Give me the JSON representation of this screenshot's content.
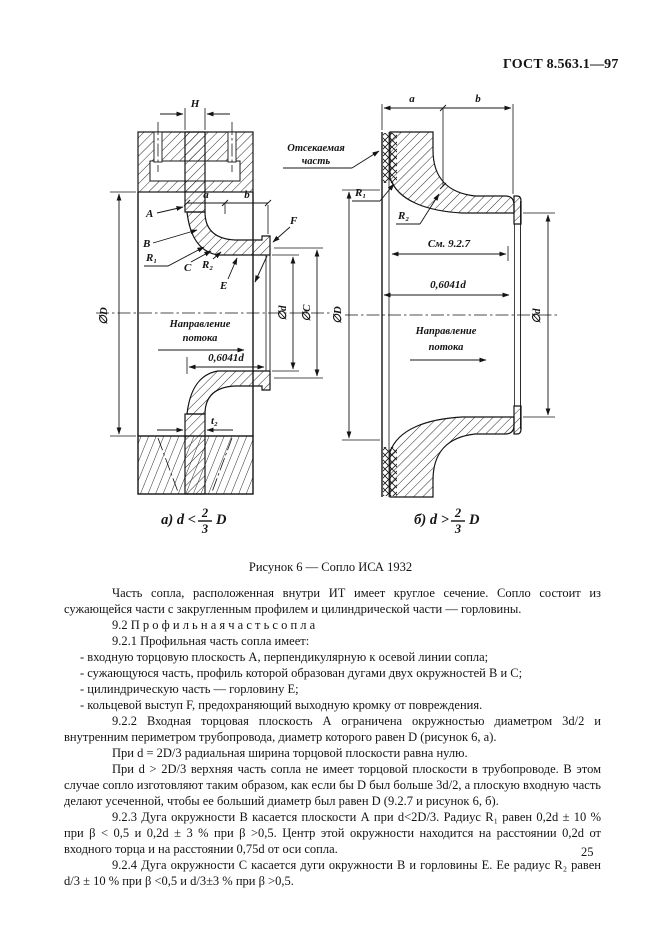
{
  "page": {
    "header": "ГОСТ 8.563.1—97",
    "number": "25"
  },
  "figure": {
    "caption": "Рисунок 6 — Сопло ИСА 1932",
    "caption_a": {
      "prefix": "а) d <",
      "num": "2",
      "den": "3",
      "suffix": "D"
    },
    "caption_b": {
      "prefix": "б) d >",
      "num": "2",
      "den": "3",
      "suffix": "D"
    },
    "a": {
      "dim_h": "H",
      "dim_a": "a",
      "dim_b": "b",
      "lbl_A": "A",
      "lbl_B": "B",
      "lbl_R1": "R₁",
      "lbl_C": "C",
      "lbl_R2": "R₂",
      "lbl_E": "E",
      "lbl_F": "F",
      "dia_D": "∅D",
      "dia_d": "∅d",
      "dia_C": "∅C",
      "flow1": "Направление",
      "flow2": "потока",
      "dim_len": "0,6041d",
      "dim_t2": "t₂"
    },
    "b": {
      "dim_a": "a",
      "dim_b": "b",
      "cut1": "Отсекаемая",
      "cut2": "часть",
      "lbl_R1": "R₁",
      "lbl_R2": "R₂",
      "dim_see": "См. 9.2.7",
      "dim_len": "0,6041d",
      "dia_D": "∅D",
      "dia_d": "∅d",
      "flow1": "Направление",
      "flow2": "потока"
    }
  },
  "content": {
    "paragraphs": [
      {
        "text": "Часть сопла, расположенная внутри ИТ имеет круглое сечение. Сопло состоит из сужающейся части с закругленным профилем и цилиндрической части — горловины."
      },
      {
        "text": "9.2 П р о ф и л ь н а я  ч а с т ь  с о п л а"
      },
      {
        "text": "9.2.1 Профильная часть сопла имеет:"
      },
      {
        "text": "-  входную торцовую плоскость А, перпендикулярную к осевой линии сопла;"
      },
      {
        "text": "-  сужающуюся часть, профиль которой образован дугами двух окружностей В и С;"
      },
      {
        "text": "-  цилиндрическую часть — горловину Е;"
      },
      {
        "text": "-  кольцевой выступ F, предохраняющий выходную кромку от повреждения."
      },
      {
        "text": "9.2.2 Входная торцовая плоскость А ограничена окружностью диаметром 3d/2 и внутренним периметром трубопровода, диаметр которого равен D (рисунок 6, а)."
      },
      {
        "text": "При d = 2D/3 радиальная ширина торцовой плоскости равна нулю."
      },
      {
        "text": "При d > 2D/3 верхняя часть сопла не имеет торцовой плоскости в трубопроводе. В этом случае сопло изготовляют таким образом, как если бы D был больше 3d/2, а плоскую входную часть делают усеченной, чтобы ее больший диаметр был равен D (9.2.7 и рисунок 6, б)."
      },
      {
        "text": "9.2.3 Дуга окружности В касается плоскости А при d<2D/3. Радиус R₁ равен 0,2d ± 10 % при β < 0,5 и 0,2d ± 3 % при β >0,5. Центр этой окружности находится на расстоянии 0,2d от входного торца и на расстоянии 0,75d от оси сопла."
      },
      {
        "text": "9.2.4 Дуга окружности С касается дуги окружности В и горловины Е. Ее радиус R₂ равен d/3 ± 10 % при β <0,5 и d/3±3 % при β >0,5."
      }
    ]
  }
}
